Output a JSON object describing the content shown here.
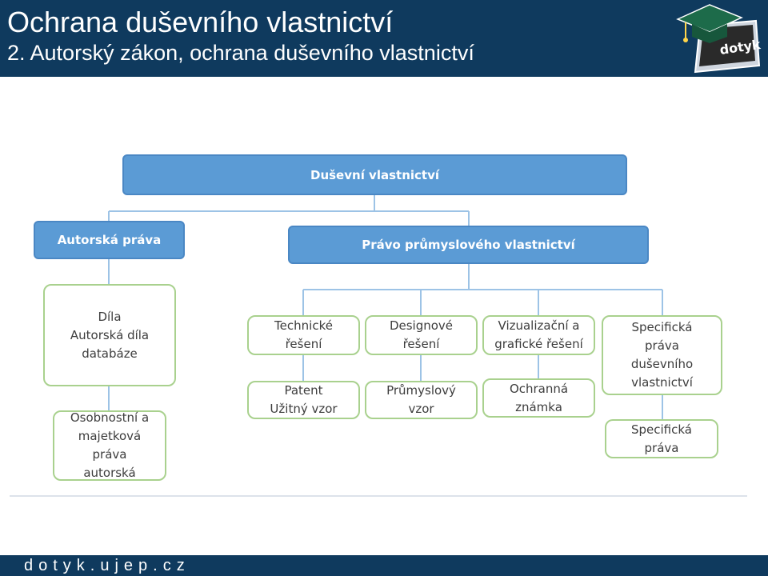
{
  "header": {
    "title": "Ochrana duševního vlastnictví",
    "subtitle": "2. Autorský zákon, ochrana duševního vlastnictví",
    "logo_text": "dotyk"
  },
  "footer": {
    "text": "dotyk.ujep.cz"
  },
  "colors": {
    "header_bg": "#0f3a5e",
    "node_blue": "#5b9bd5",
    "node_green_border": "#a9d18e",
    "connector": "#9dc3e6"
  },
  "diagram": {
    "root": "Duševní vlastnictví",
    "copyright": "Autorská práva",
    "industrial": "Právo průmyslového vlastnictví",
    "works": "Díla\nAutorská díla\ndatabáze",
    "personal_rights": "Osobnostní a\nmajetková\npráva\nautorská",
    "technical": "Technické\nřešení",
    "design": "Designové\nřešení",
    "visual": "Vizualizační a\ngrafické řešení",
    "specific": "Specifická\npráva\nduševního\nvlastnictví",
    "patent": "Patent\nUžitný vzor",
    "industrial_design": "Průmyslový\nvzor",
    "trademark": "Ochranná\nznámka",
    "specific_rights": "Specifická\npráva"
  }
}
